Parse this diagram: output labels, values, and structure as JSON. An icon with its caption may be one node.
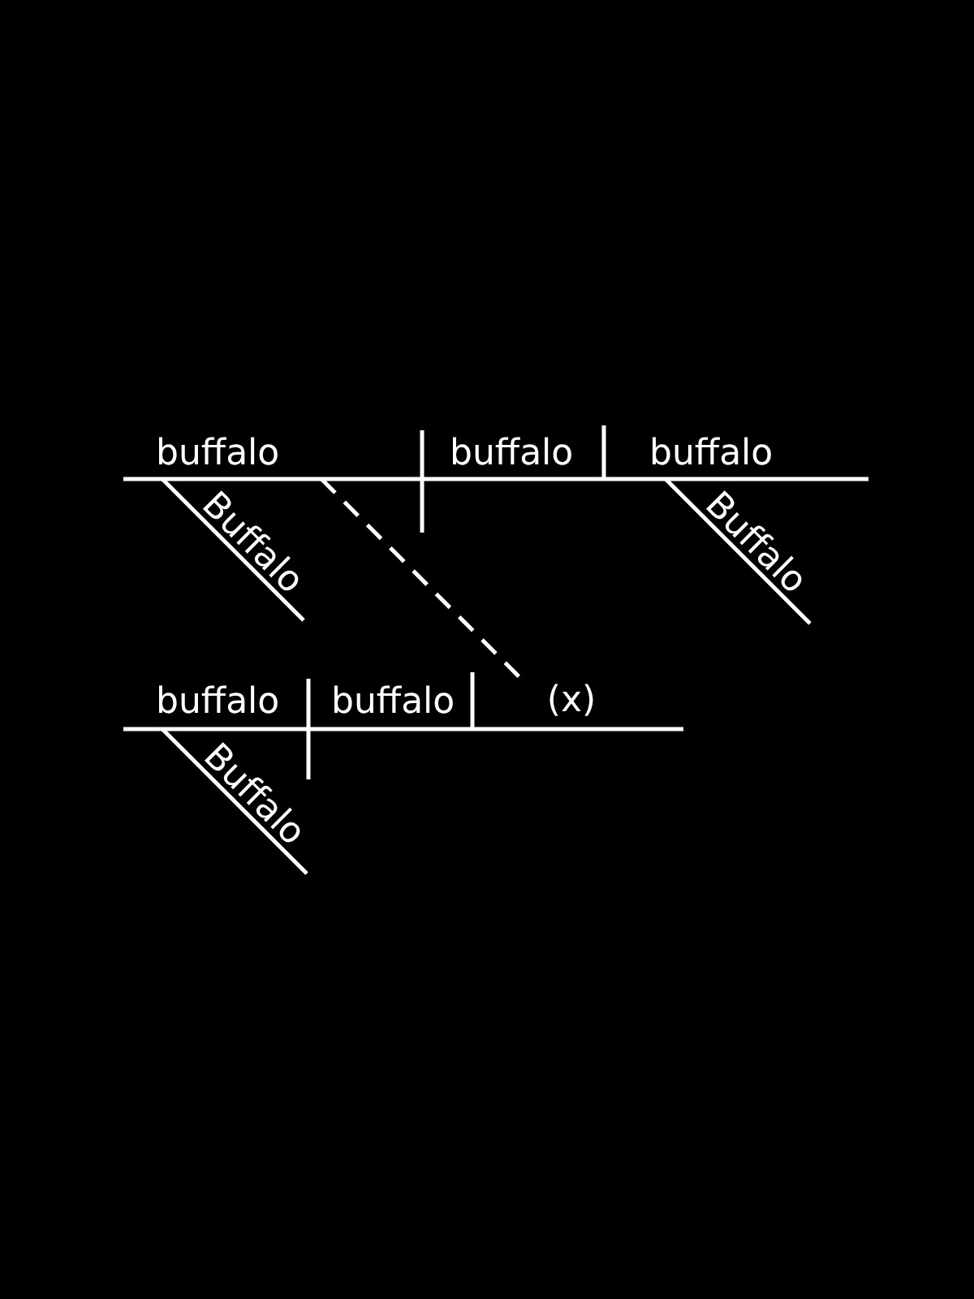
{
  "diagram": {
    "nodes": [
      {
        "text": [
          "buffalo"
        ]
      },
      {
        "text": [
          "(x)"
        ]
      }
    ],
    "edges": [
      {
        "from": 0,
        "to": 1,
        "arrow": "none",
        "style": "dashed"
      }
    ],
    "labels": [
      "Buffalo",
      "buffalo",
      "buffalo",
      "Buffalo",
      "buffalo",
      "buffalo",
      "Buffalo"
    ]
  }
}
